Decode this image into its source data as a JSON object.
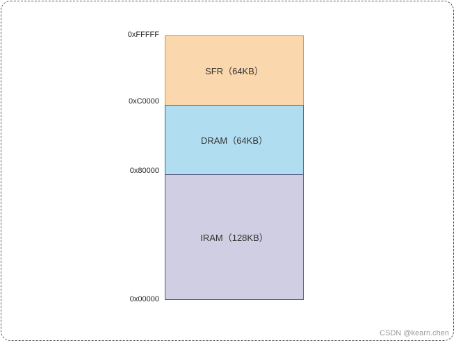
{
  "addresses": {
    "top": "0xFFFFF",
    "sfr_base": "0xC0000",
    "dram_base": "0x80000",
    "bottom": "0x00000"
  },
  "regions": {
    "sfr": {
      "label": "SFR（64KB）",
      "fill": "#fad7ac"
    },
    "dram": {
      "label": "DRAM（64KB）",
      "fill": "#b1ddf0"
    },
    "iram": {
      "label": "IRAM（128KB）",
      "fill": "#d0cee2"
    }
  },
  "watermark": "CSDN @kearn.chen"
}
